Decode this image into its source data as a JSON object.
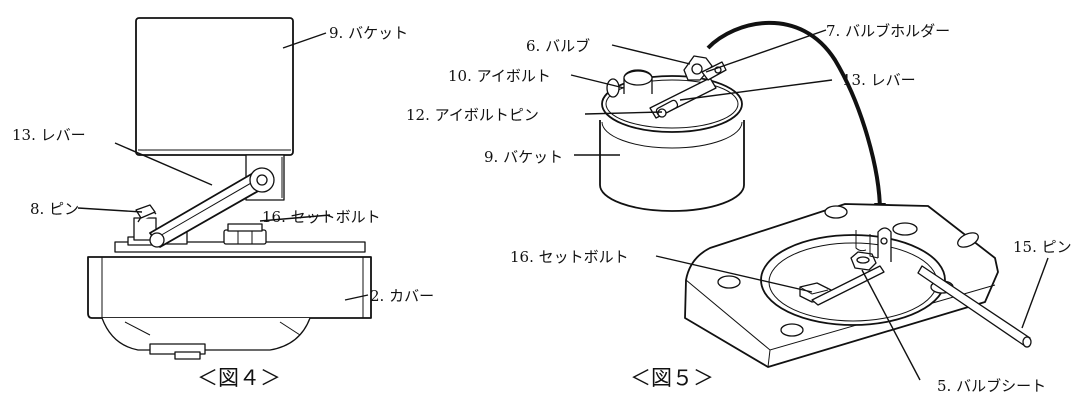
{
  "figure4": {
    "caption": "＜図４＞",
    "labels": {
      "bucket": "9. バケット",
      "lever": "13. レバー",
      "pin": "8. ピン",
      "set_bolt": "16. セットボルト",
      "cover": "2. カバー"
    }
  },
  "figure5": {
    "caption": "＜図５＞",
    "labels": {
      "valve": "6. バルブ",
      "valve_holder": "7. バルブホルダー",
      "eyebolt": "10. アイボルト",
      "lever": "13. レバー",
      "eyebolt_pin": "12. アイボルトピン",
      "bucket": "9. バケット",
      "set_bolt": "16. セットボルト",
      "pin": "15. ピン",
      "valve_seat": "5. バルブシート"
    }
  }
}
